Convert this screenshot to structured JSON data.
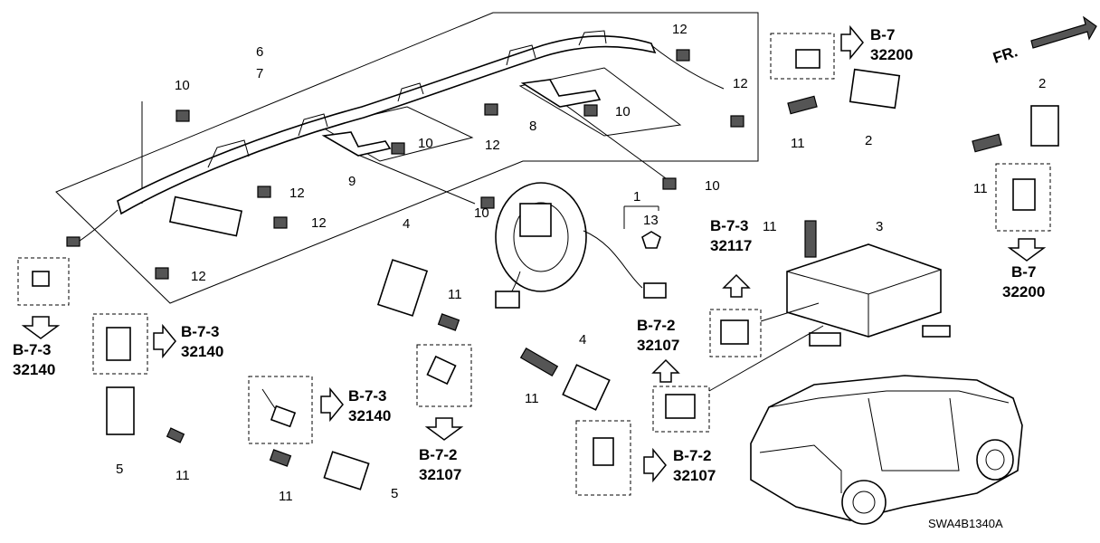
{
  "diagram": {
    "code": "SWA4B1340A",
    "front_marker": "FR.",
    "part_numbers": {
      "p1": "1",
      "p2a": "2",
      "p2b": "2",
      "p3": "3",
      "p4a": "4",
      "p4b": "4",
      "p5a": "5",
      "p5b": "5",
      "p6": "6",
      "p7": "7",
      "p8": "8",
      "p9": "9",
      "p10a": "10",
      "p10b": "10",
      "p10c": "10",
      "p10d": "10",
      "p10e": "10",
      "p11a": "11",
      "p11b": "11",
      "p11c": "11",
      "p11d": "11",
      "p11e": "11",
      "p11f": "11",
      "p11g": "11",
      "p12a": "12",
      "p12b": "12",
      "p12c": "12",
      "p12d": "12",
      "p12e": "12",
      "p12f": "12",
      "p13": "13"
    },
    "references": [
      {
        "page": "B-7",
        "code": "32200"
      },
      {
        "page": "B-7",
        "code": "32200"
      },
      {
        "page": "B-7-3",
        "code": "32117"
      },
      {
        "page": "B-7-3",
        "code": "32140"
      },
      {
        "page": "B-7-3",
        "code": "32140"
      },
      {
        "page": "B-7-3",
        "code": "32140"
      },
      {
        "page": "B-7-2",
        "code": "32107"
      },
      {
        "page": "B-7-2",
        "code": "32107"
      },
      {
        "page": "B-7-2",
        "code": "32107"
      }
    ]
  }
}
